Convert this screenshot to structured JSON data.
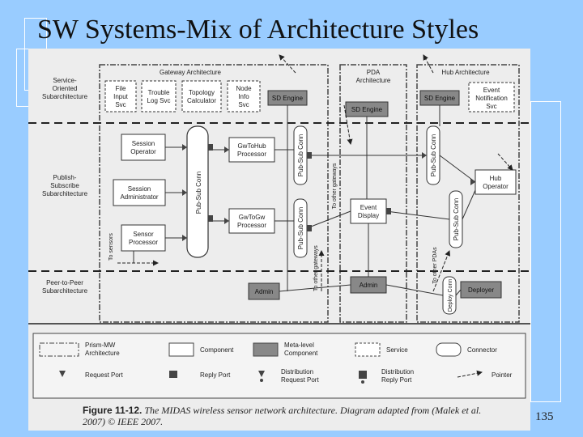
{
  "slide": {
    "title": "SW Systems-Mix of Architecture Styles",
    "page_number": "135"
  },
  "diagram": {
    "groups": {
      "gateway": "Gateway Architecture",
      "pda": [
        "PDA",
        "Architecture"
      ],
      "hub": "Hub Architecture"
    },
    "sub_labels": {
      "service": [
        "Service-",
        "Oriented",
        "Subarchitecture"
      ],
      "publish": [
        "Publish-",
        "Subscribe",
        "Subarchitecture"
      ],
      "peer": [
        "Peer-to-Peer",
        "Subarchitecture"
      ]
    },
    "components": {
      "file_input": [
        "File",
        "Input",
        "Svc"
      ],
      "trouble_log": [
        "Trouble",
        "Log Svc"
      ],
      "topology": [
        "Topology",
        "Calculator"
      ],
      "node_info": [
        "Node",
        "Info",
        "Svc"
      ],
      "event_notif": [
        "Event",
        "Notification",
        "Svc"
      ],
      "session_operator": [
        "Session",
        "Operator"
      ],
      "session_admin": [
        "Session",
        "Administrator"
      ],
      "sensor_processor": [
        "Sensor",
        "Processor"
      ],
      "gwhub": [
        "GwToHub",
        "Processor"
      ],
      "gwgw": [
        "GwToGw",
        "Processor"
      ],
      "event_display": [
        "Event",
        "Display"
      ],
      "hub_operator": [
        "Hub",
        "Operator"
      ]
    },
    "meta": {
      "sd_engine": "SD Engine",
      "admin": "Admin",
      "deployer": "Deployer"
    },
    "connectors": {
      "pubsub": "Pub-Sub Conn",
      "deploy": "Deploy Conn"
    },
    "pointers": {
      "to_sensors": "To sensors",
      "to_other_gateways": "To other gateways",
      "to_other_pdas": "To other PDAs"
    },
    "legend": {
      "prism": [
        "Prism-MW",
        "Architecture"
      ],
      "component": "Component",
      "meta_component": [
        "Meta-level",
        "Component"
      ],
      "service": "Service",
      "connector": "Connector",
      "request_port": "Request Port",
      "reply_port": "Reply Port",
      "dist_request": [
        "Distribution",
        "Request Port"
      ],
      "dist_reply": [
        "Distribution",
        "Reply Port"
      ],
      "pointer": "Pointer"
    },
    "caption": {
      "label": "Figure 11-12.",
      "text": "The MIDAS wireless sensor network architecture. Diagram adapted from (Malek et al. 2007) © IEEE 2007."
    }
  }
}
